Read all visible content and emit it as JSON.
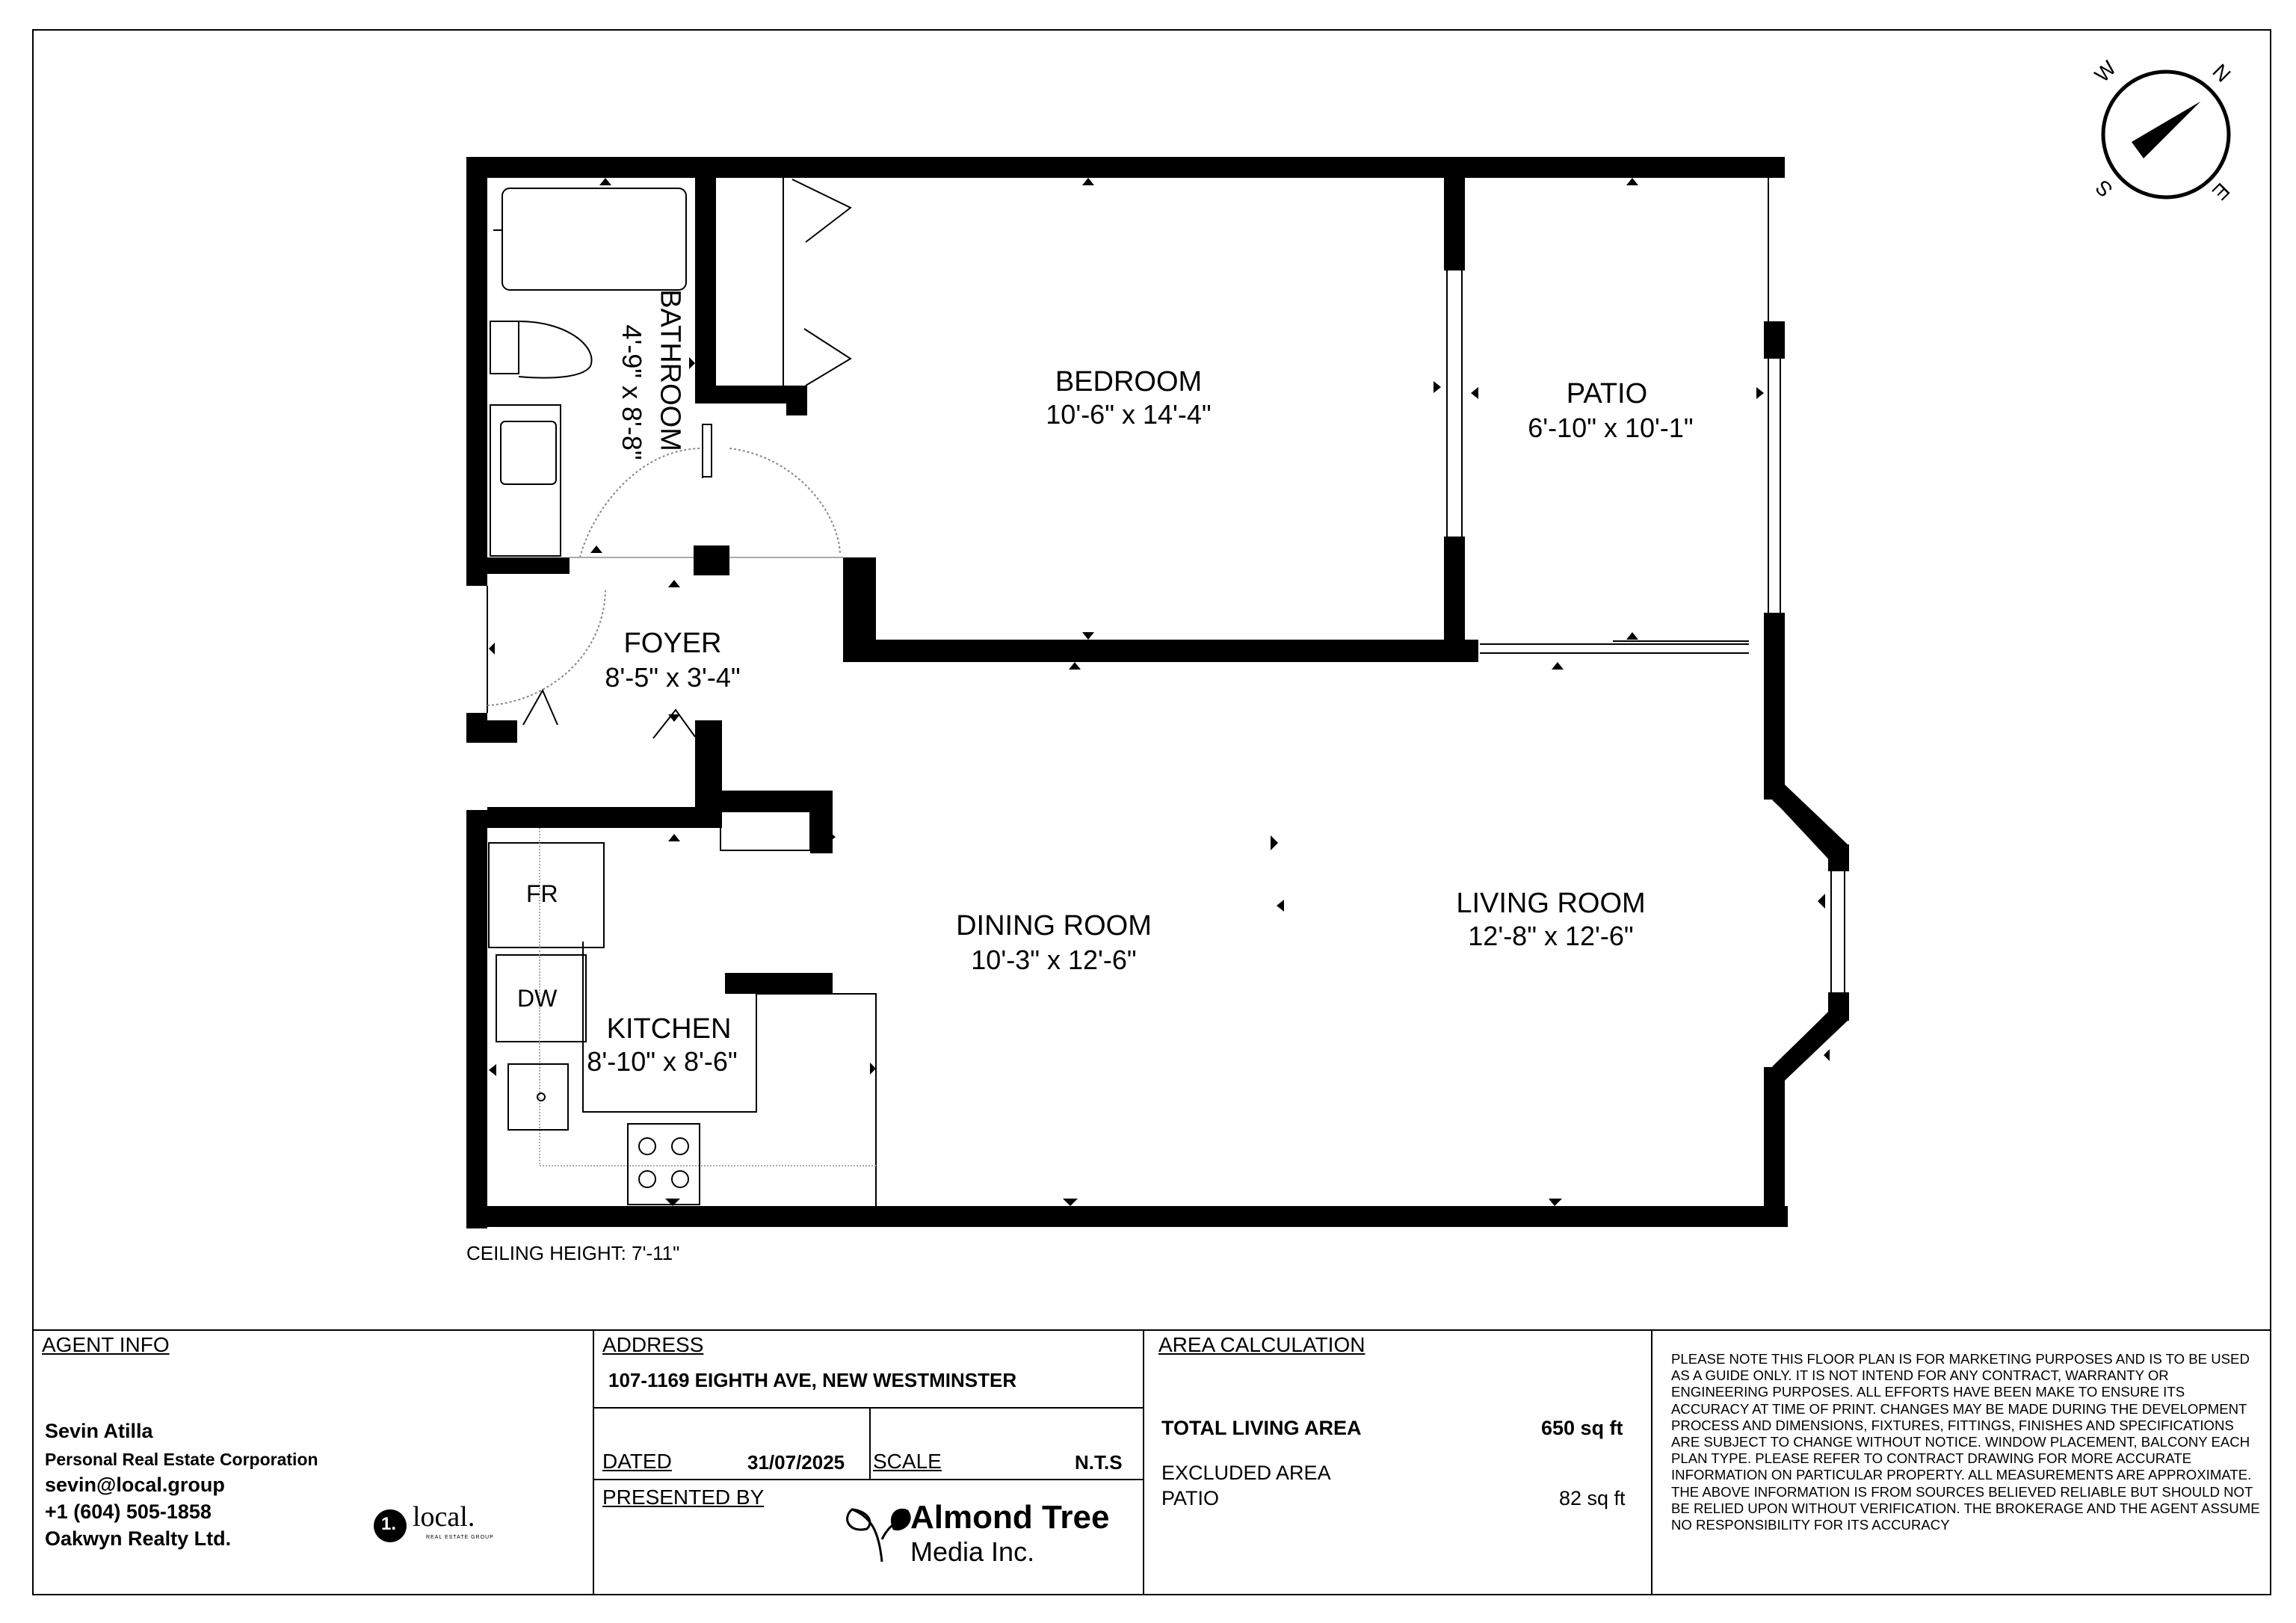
{
  "plan": {
    "rooms": {
      "bedroom": {
        "name": "BEDROOM",
        "dims": "10'-6\" x 14'-4\""
      },
      "patio": {
        "name": "PATIO",
        "dims": "6'-10\" x 10'-1\""
      },
      "bathroom": {
        "name": "BATHROOM",
        "dims": "4'-9\" x 8'-8\""
      },
      "foyer": {
        "name": "FOYER",
        "dims": "8'-5\" x 3'-4\""
      },
      "dining": {
        "name": "DINING ROOM",
        "dims": "10'-3\" x 12'-6\""
      },
      "living": {
        "name": "LIVING ROOM",
        "dims": "12'-8\" x 12'-6\""
      },
      "kitchen": {
        "name": "KITCHEN",
        "dims": "8'-10\" x 8'-6\""
      }
    },
    "appliances": {
      "fridge": "FR",
      "dishwasher": "DW"
    },
    "ceiling_height": "CEILING HEIGHT: 7'-11\"",
    "compass": {
      "w": "W",
      "n": "N",
      "s": "S",
      "e": "E"
    }
  },
  "footer": {
    "agent": {
      "heading": "AGENT INFO",
      "name": "Sevin Atilla",
      "title": "Personal Real Estate Corporation",
      "email": "sevin@local.group",
      "phone": "+1 (604) 505-1858",
      "brokerage": "Oakwyn Realty Ltd.",
      "logo_mark": "1.",
      "logo_word": "local.",
      "logo_sub": "REAL ESTATE GROUP"
    },
    "address": {
      "heading": "ADDRESS",
      "value": "107-1169 EIGHTH AVE, NEW WESTMINSTER",
      "dated_label": "DATED",
      "dated_value": "31/07/2025",
      "scale_label": "SCALE",
      "scale_value": "N.T.S",
      "presented_label": "PRESENTED BY",
      "presenter_line1": "Almond Tree",
      "presenter_line2": "Media Inc."
    },
    "area": {
      "heading": "AREA CALCULATION",
      "total_label": "TOTAL LIVING AREA",
      "total_value": "650 sq ft",
      "excluded_label": "EXCLUDED AREA",
      "patio_label": "PATIO",
      "patio_value": "82 sq ft"
    },
    "disclaimer": "PLEASE NOTE THIS FLOOR PLAN IS FOR MARKETING PURPOSES AND IS TO BE USED AS A GUIDE ONLY. IT IS NOT INTEND FOR ANY CONTRACT, WARRANTY OR ENGINEERING PURPOSES. ALL EFFORTS HAVE BEEN MAKE TO ENSURE ITS ACCURACY AT TIME OF PRINT. CHANGES MAY BE MADE DURING THE DEVELOPMENT PROCESS AND DIMENSIONS, FIXTURES, FITTINGS, FINISHES AND SPECIFICATIONS ARE SUBJECT TO CHANGE WITHOUT NOTICE. WINDOW PLACEMENT, BALCONY EACH PLAN TYPE. PLEASE REFER TO CONTRACT DRAWING FOR MORE ACCURATE INFORMATION ON PARTICULAR PROPERTY. ALL MEASUREMENTS ARE APPROXIMATE. THE ABOVE INFORMATION IS FROM SOURCES BELIEVED RELIABLE BUT SHOULD NOT BE RELIED UPON WITHOUT VERIFICATION. THE BROKERAGE AND THE AGENT ASSUME NO RESPONSIBILITY FOR ITS ACCURACY"
  }
}
